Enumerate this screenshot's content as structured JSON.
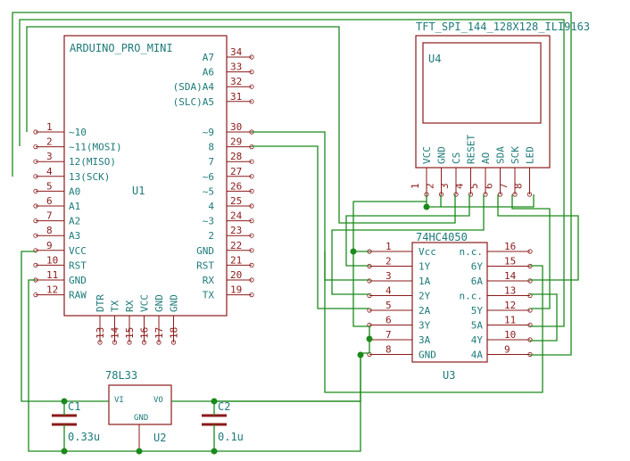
{
  "u1": {
    "value": "ARDUINO_PRO_MINI",
    "ref": "U1",
    "left_pins": [
      {
        "num": "1",
        "name": "~10"
      },
      {
        "num": "2",
        "name": "~11(MOSI)"
      },
      {
        "num": "3",
        "name": "12(MISO)"
      },
      {
        "num": "4",
        "name": "13(SCK)"
      },
      {
        "num": "5",
        "name": "A0"
      },
      {
        "num": "6",
        "name": "A1"
      },
      {
        "num": "7",
        "name": "A2"
      },
      {
        "num": "8",
        "name": "A3"
      },
      {
        "num": "9",
        "name": "VCC"
      },
      {
        "num": "10",
        "name": "RST"
      },
      {
        "num": "11",
        "name": "GND"
      },
      {
        "num": "12",
        "name": "RAW"
      }
    ],
    "right_pins": [
      {
        "num": "34",
        "name": "A7"
      },
      {
        "num": "33",
        "name": "A6"
      },
      {
        "num": "32",
        "name": "(SDA)A4"
      },
      {
        "num": "31",
        "name": "(SLC)A5"
      },
      {
        "num": "30",
        "name": "~9"
      },
      {
        "num": "29",
        "name": "8"
      },
      {
        "num": "28",
        "name": "7"
      },
      {
        "num": "27",
        "name": "~6"
      },
      {
        "num": "26",
        "name": "~5"
      },
      {
        "num": "25",
        "name": "4"
      },
      {
        "num": "24",
        "name": "~3"
      },
      {
        "num": "23",
        "name": "2"
      },
      {
        "num": "22",
        "name": "GND"
      },
      {
        "num": "21",
        "name": "RST"
      },
      {
        "num": "20",
        "name": "RX"
      },
      {
        "num": "19",
        "name": "TX"
      }
    ],
    "bottom_pins": [
      {
        "num": "13",
        "name": "DTR"
      },
      {
        "num": "14",
        "name": "TX"
      },
      {
        "num": "15",
        "name": "RX"
      },
      {
        "num": "16",
        "name": "VCC"
      },
      {
        "num": "17",
        "name": "GND"
      },
      {
        "num": "18",
        "name": "GND"
      }
    ]
  },
  "u4": {
    "value": "TFT_SPI_144_128X128_ILI9163",
    "ref": "U4",
    "pins": [
      {
        "num": "1",
        "name": "VCC"
      },
      {
        "num": "2",
        "name": "GND"
      },
      {
        "num": "3",
        "name": "CS"
      },
      {
        "num": "4",
        "name": "RESET"
      },
      {
        "num": "5",
        "name": "AO"
      },
      {
        "num": "6",
        "name": "SDA"
      },
      {
        "num": "7",
        "name": "SCK"
      },
      {
        "num": "8",
        "name": "LED"
      }
    ]
  },
  "u3": {
    "value": "74HC4050",
    "ref": "U3",
    "left_pins": [
      {
        "num": "1",
        "name": "Vcc"
      },
      {
        "num": "2",
        "name": "1Y"
      },
      {
        "num": "3",
        "name": "1A"
      },
      {
        "num": "4",
        "name": "2Y"
      },
      {
        "num": "5",
        "name": "2A"
      },
      {
        "num": "6",
        "name": "3Y"
      },
      {
        "num": "7",
        "name": "3A"
      },
      {
        "num": "8",
        "name": "GND"
      }
    ],
    "right_pins": [
      {
        "num": "16",
        "name": "n.c."
      },
      {
        "num": "15",
        "name": "6Y"
      },
      {
        "num": "14",
        "name": "6A"
      },
      {
        "num": "13",
        "name": "n.c."
      },
      {
        "num": "12",
        "name": "5Y"
      },
      {
        "num": "11",
        "name": "5A"
      },
      {
        "num": "10",
        "name": "4Y"
      },
      {
        "num": "9",
        "name": "4A"
      }
    ]
  },
  "u2": {
    "value": "78L33",
    "ref": "U2",
    "vi": "VI",
    "vo": "VO",
    "gnd": "GND"
  },
  "c1": {
    "ref": "C1",
    "value": "0.33u"
  },
  "c2": {
    "ref": "C2",
    "value": "0.1u"
  }
}
